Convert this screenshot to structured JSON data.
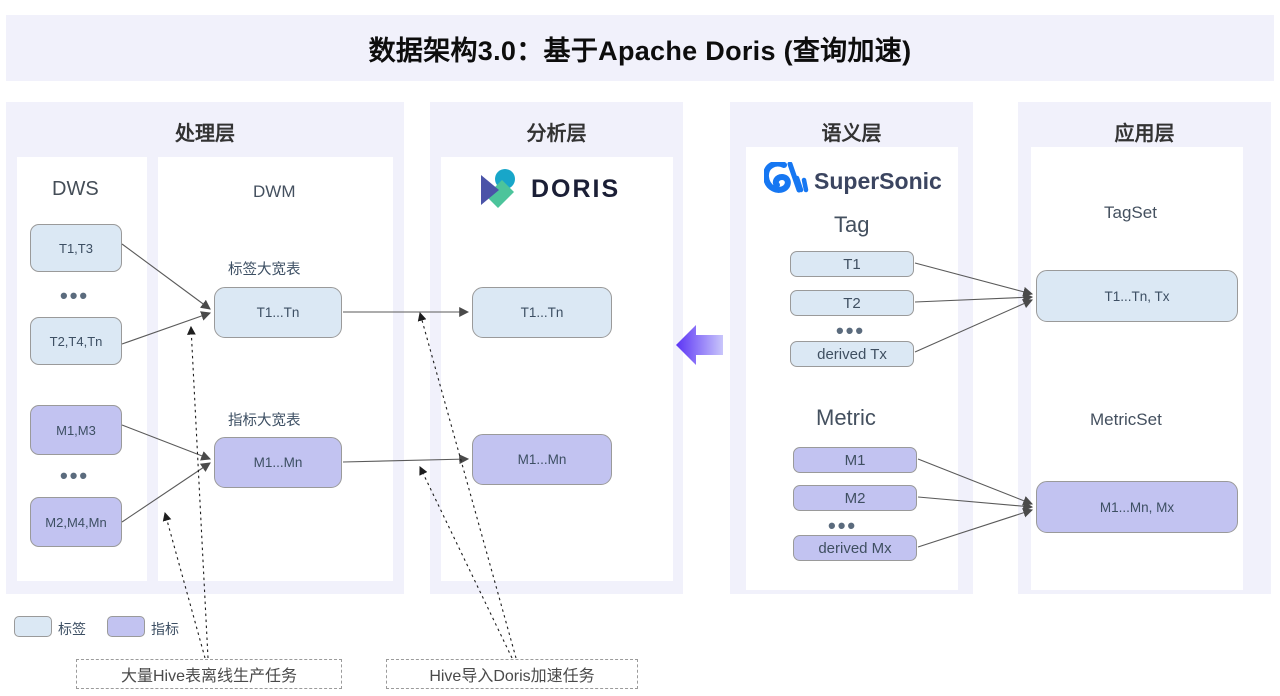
{
  "title": "数据架构3.0：基于Apache Doris (查询加速)",
  "layers": [
    {
      "name": "processing",
      "title": "处理层",
      "groups": [
        {
          "name": "dws",
          "label": "DWS",
          "tag_nodes": [
            "T1,T3",
            "T2,T4,Tn"
          ],
          "metric_nodes": [
            "M1,M3",
            "M2,M4,Mn"
          ],
          "ellipsis": "•••"
        },
        {
          "name": "dwm",
          "label": "DWM",
          "tag_caption": "标签大宽表",
          "tag_node": "T1...Tn",
          "metric_caption": "指标大宽表",
          "metric_node": "M1...Mn"
        }
      ]
    },
    {
      "name": "analysis",
      "title": "分析层",
      "logo": "DORIS",
      "tag_node": "T1...Tn",
      "metric_node": "M1...Mn"
    },
    {
      "name": "semantic",
      "title": "语义层",
      "logo": "SuperSonic",
      "tag_group_label": "Tag",
      "tag_items": [
        "T1",
        "T2",
        "derived Tx"
      ],
      "tag_ellipsis": "•••",
      "metric_group_label": "Metric",
      "metric_items": [
        "M1",
        "M2",
        "derived Mx"
      ],
      "metric_ellipsis": "•••"
    },
    {
      "name": "application",
      "title": "应用层",
      "tagset_label": "TagSet",
      "tagset_node": "T1...Tn, Tx",
      "metricset_label": "MetricSet",
      "metricset_node": "M1...Mn, Mx"
    }
  ],
  "legend": [
    {
      "name": "tag",
      "label": "标签",
      "color": "#dbe8f4"
    },
    {
      "name": "metric",
      "label": "指标",
      "color": "#c2c3f1"
    }
  ],
  "callouts": [
    {
      "name": "hive-offline-task",
      "label": "大量Hive表离线生产任务"
    },
    {
      "name": "hive-to-doris-task",
      "label": "Hive导入Doris加速任务"
    }
  ],
  "colors": {
    "banner_bg": "#f1f1fb",
    "panel_bg": "#f1f1fb",
    "card_bg": "#ffffff",
    "tag_fill": "#dbe8f4",
    "metric_fill": "#c2c3f1",
    "node_border": "#9a9a9a",
    "text": "#3d4f63",
    "arrow_gradient_from": "#5b33f5",
    "arrow_gradient_to": "#c9c6fb",
    "doris_blue": "#4a53a8",
    "doris_cyan": "#18a6c9",
    "doris_green": "#4cc49b",
    "supersonic_blue": "#1677f2"
  },
  "flow_arrow": {
    "name": "right-to-left-flow-arrow",
    "direction": "left"
  }
}
